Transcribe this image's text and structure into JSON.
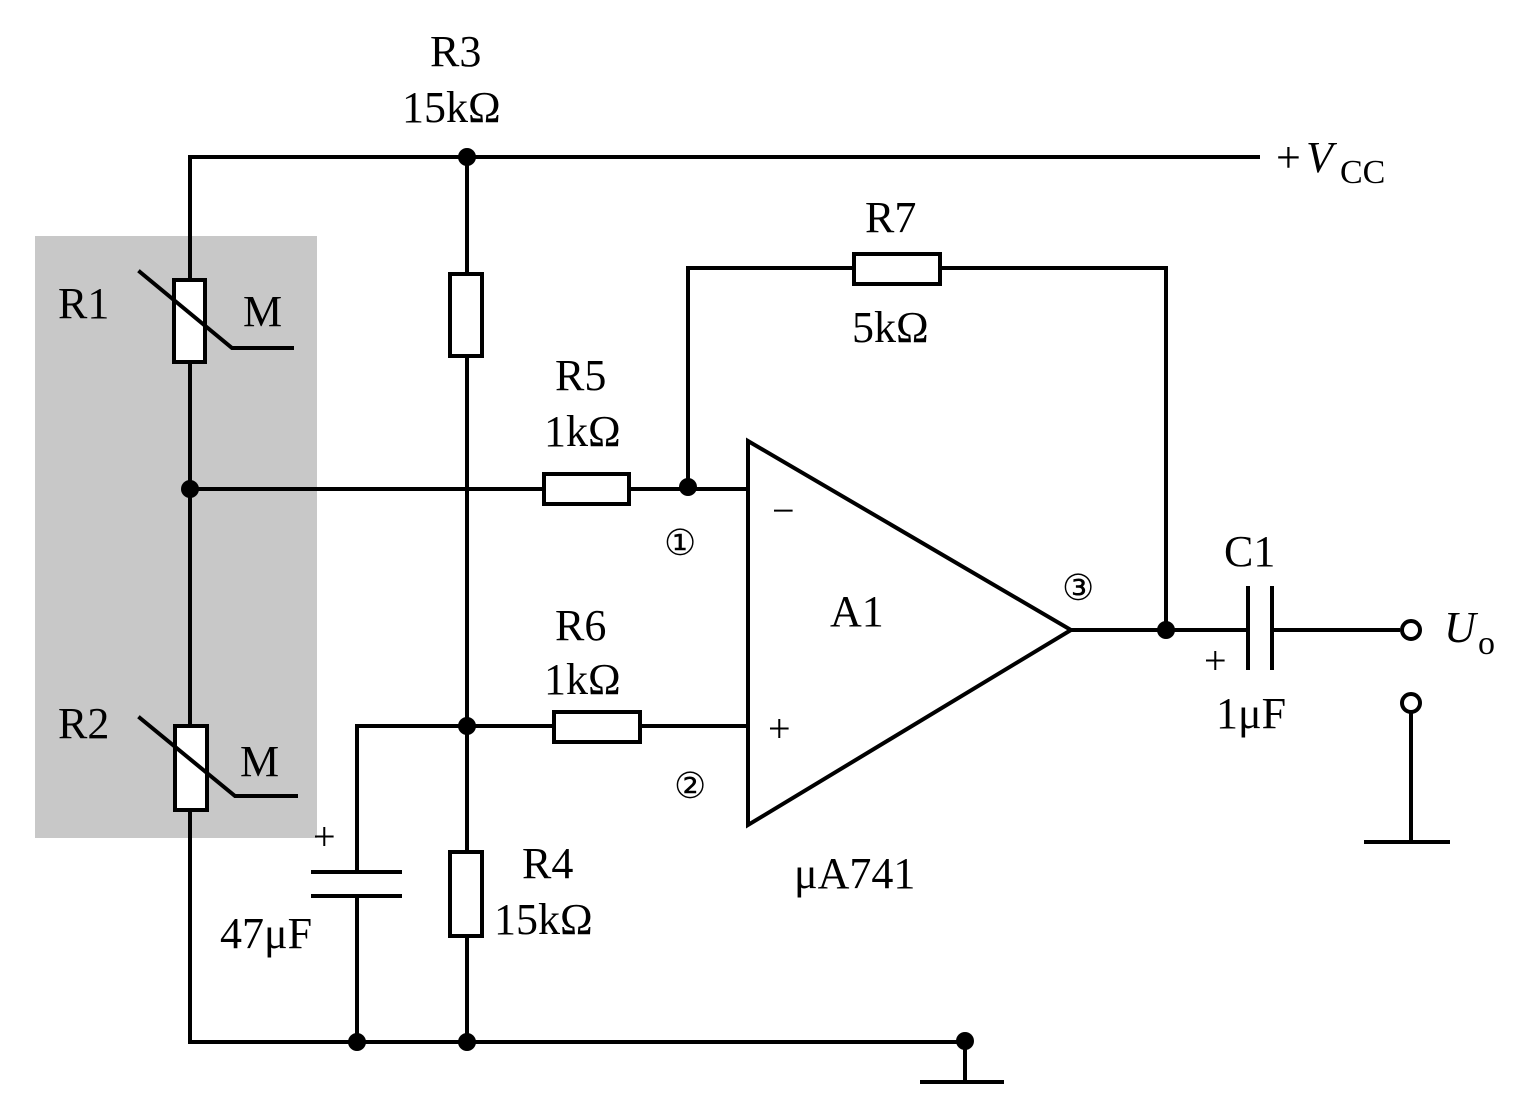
{
  "supply": {
    "plus": "+",
    "label": "V",
    "subscript": "CC"
  },
  "output": {
    "label": "U",
    "subscript": "o"
  },
  "components": {
    "r1": {
      "name": "R1",
      "tag": "M"
    },
    "r2": {
      "name": "R2",
      "tag": "M"
    },
    "r3": {
      "name": "R3",
      "value": "15kΩ"
    },
    "r4": {
      "name": "R4",
      "value": "15kΩ"
    },
    "r5": {
      "name": "R5",
      "value": "1kΩ"
    },
    "r6": {
      "name": "R6",
      "value": "1kΩ"
    },
    "r7": {
      "name": "R7",
      "value": "5kΩ"
    },
    "c_bypass": {
      "value": "47μF",
      "polarity": "+"
    },
    "c1": {
      "name": "C1",
      "value": "1μF",
      "polarity": "+"
    },
    "opamp": {
      "name": "A1",
      "part": "μA741",
      "inv": "−",
      "noninv": "+"
    }
  },
  "nodes": {
    "n1": "①",
    "n2": "②",
    "n3": "③"
  },
  "colors": {
    "sensor_box": "#c8c8c8",
    "wire": "#000000"
  }
}
